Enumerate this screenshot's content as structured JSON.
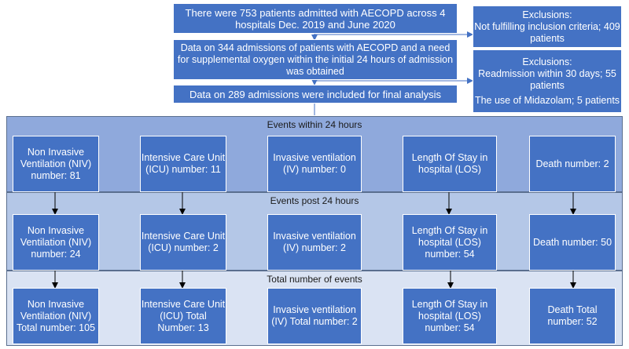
{
  "top": {
    "patients_admitted": "There were 753 patients admitted with AECOPD across 4 hospitals Dec. 2019 and June 2020",
    "data_344": "Data on 344 admissions of patients with AECOPD and a need for supplemental oxygen within the initial 24 hours of admission was obtained",
    "data_289": "Data on 289 admissions were included for final analysis"
  },
  "exclusions": [
    {
      "title": "Exclusions:",
      "lines": [
        "Not fulfilling inclusion criteria; 409 patients"
      ]
    },
    {
      "title": "Exclusions:",
      "lines": [
        "Readmission within 30 days; 55 patients",
        "The use of Midazolam; 5 patients"
      ]
    }
  ],
  "bands": [
    {
      "title": "Events within 24 hours",
      "boxes": [
        "Non Invasive Ventilation (NIV) number: 81",
        "Intensive Care Unit (ICU) number: 11",
        "Invasive ventilation (IV) number: 0",
        "Length Of Stay in hospital (LOS)",
        "Death number: 2"
      ]
    },
    {
      "title": "Events post 24 hours",
      "boxes": [
        "Non Invasive Ventilation (NIV) number: 24",
        "Intensive Care Unit (ICU) number: 2",
        "Invasive ventilation (IV) number: 2",
        "Length Of Stay in hospital (LOS) number: 54",
        "Death number: 50"
      ]
    },
    {
      "title": "Total number of events",
      "boxes": [
        "Non Invasive Ventilation (NIV) Total number: 105",
        "Intensive Care Unit (ICU) Total Number: 13",
        "Invasive ventilation (IV) Total number: 2",
        "Length Of Stay in hospital (LOS) number: 54",
        "Death Total number: 52"
      ]
    }
  ],
  "colors": {
    "box_fill": "#4472c4",
    "band1": "#8fa9dc",
    "band2": "#b4c7e7",
    "band3": "#dae3f3",
    "arrow": "#000000"
  }
}
